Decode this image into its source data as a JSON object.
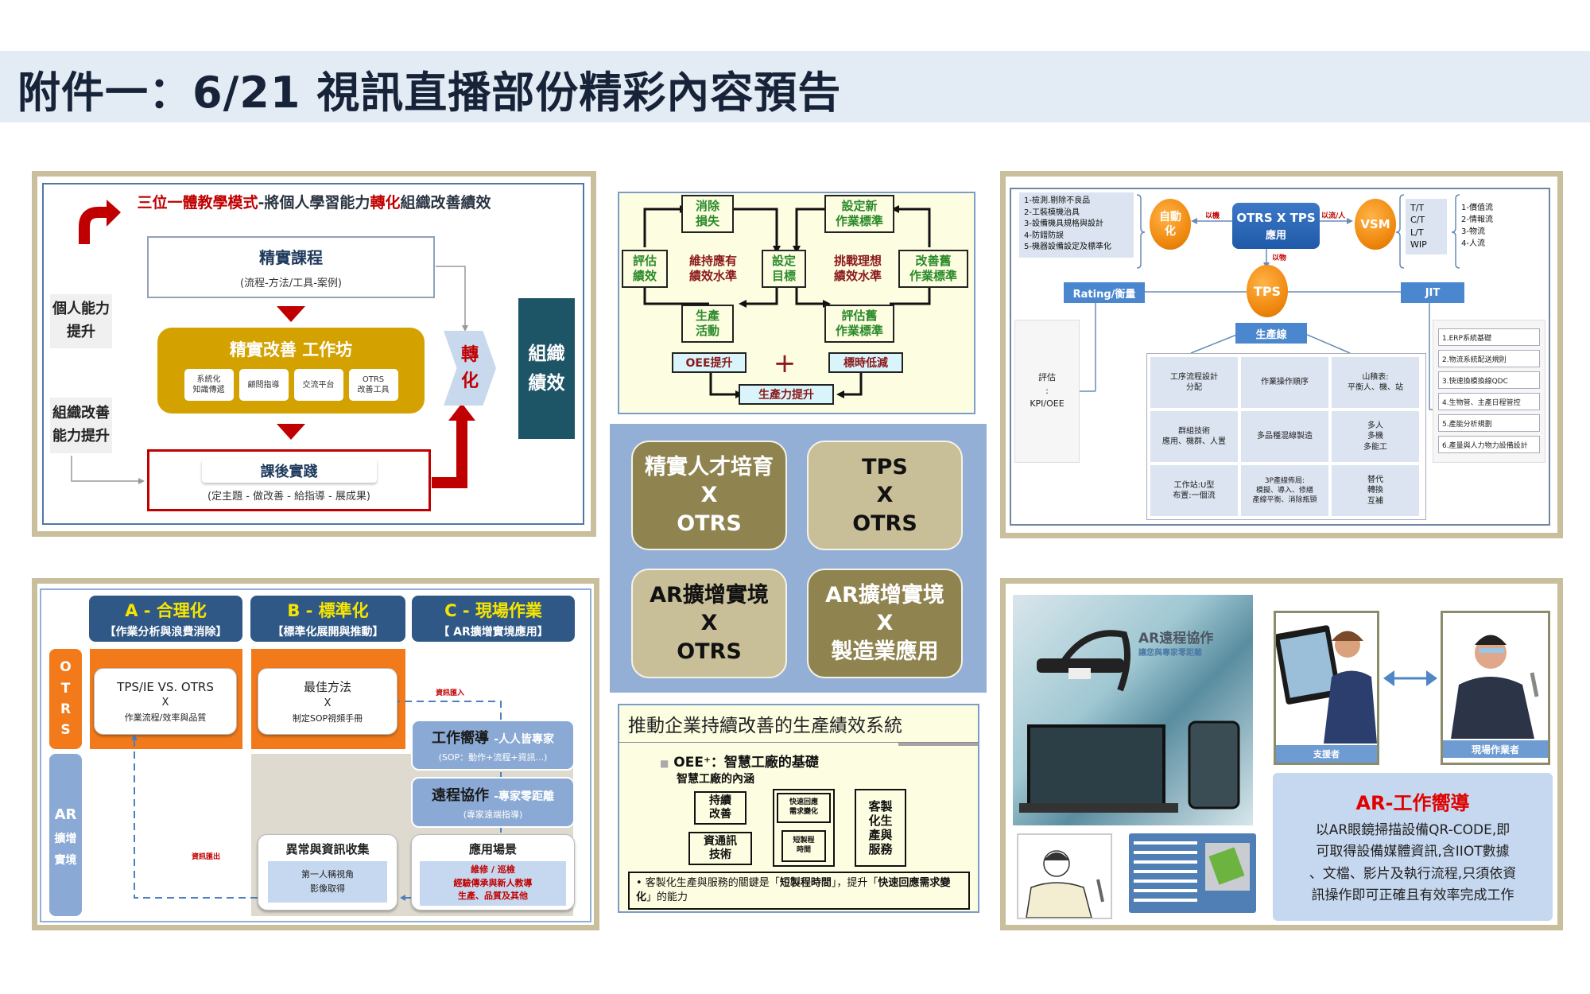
{
  "page": {
    "title": "附件一：6/21 視訊直播部份精彩內容預告"
  },
  "panel_trinity": {
    "heading_red_1": "三位一體教學模式",
    "heading_dark_1": "-將個人學習能力",
    "heading_red_2": "轉化",
    "heading_dark_2": "組織改善績效",
    "course_title": "精實課程",
    "course_sub": "(流程-方法/工具-案例)",
    "side_individual": [
      "個人能力",
      "提升"
    ],
    "side_org": [
      "組織改善",
      "能力提升"
    ],
    "workshop_title": "精實改善 工作坊",
    "workshop_items": [
      [
        "系統化",
        "知識傳遞"
      ],
      [
        "顧問指導"
      ],
      [
        "交流平台"
      ],
      [
        "OTRS",
        "改善工具"
      ]
    ],
    "practice_title": "課後實踐",
    "practice_sub": "(定主題 - 做改善 - 給指導 - 展成果)",
    "convert": [
      "轉",
      "化"
    ],
    "org_perf": [
      "組織",
      "績效"
    ]
  },
  "panel_cycle": {
    "boxes": {
      "eliminate_loss": [
        "消除",
        "損失"
      ],
      "evaluate_perf": [
        "評估",
        "績效"
      ],
      "set_target": [
        "設定",
        "目標"
      ],
      "production": [
        "生產",
        "活動"
      ],
      "set_new_std": [
        "設定新",
        "作業標準"
      ],
      "improve_old_std": [
        "改善舊",
        "作業標準"
      ],
      "eval_old_std": [
        "評估舊",
        "作業標準"
      ]
    },
    "left_caption": [
      "維持應有",
      "績效水準"
    ],
    "right_caption": [
      "挑戰理想",
      "績效水準"
    ],
    "oee": "OEE提升",
    "plus": "+",
    "std_time": "標時低減",
    "productivity": "生產力提升"
  },
  "panel_tiles": {
    "tiles": [
      {
        "lines": [
          "精實人才培育",
          "X",
          "OTRS"
        ],
        "style": "dark"
      },
      {
        "lines": [
          "TPS",
          "X",
          "OTRS"
        ],
        "style": "light"
      },
      {
        "lines": [
          "AR擴增實境",
          "X",
          "OTRS"
        ],
        "style": "light"
      },
      {
        "lines": [
          "AR擴增實境",
          "X",
          "製造業應用"
        ],
        "style": "dark"
      }
    ]
  },
  "panel_tps": {
    "auto_list": [
      "1-檢測.剔除不良品",
      "2-工裝模機治具",
      "3-設備機具規格與設計",
      "4-防錯防誤",
      "5-機器設備設定及標準化"
    ],
    "auto_orb": [
      "自動",
      "化"
    ],
    "label_machine": "以機",
    "center": [
      "OTRS X TPS",
      "應用"
    ],
    "label_flow": "以流/人",
    "vsm": "VSM",
    "vsm_metrics": [
      "T/T",
      "C/T",
      "L/T",
      "WIP"
    ],
    "vsm_flows": [
      "1-價值流",
      "2-情報流",
      "3-物流",
      "4-人流"
    ],
    "label_material": "以物",
    "tps": "TPS",
    "rating": "Rating/衡量",
    "jit": "JIT",
    "line": "生產線",
    "eval_text": [
      "評估",
      ":",
      "KPI/OEE"
    ],
    "cells": [
      [
        "工序流程設計",
        "分配"
      ],
      [
        "作業操作順序"
      ],
      [
        "山積表:",
        "平衡人、機、站"
      ],
      [
        "群組技術",
        "應用、機群、人置"
      ],
      [
        "多品種混線製造"
      ],
      [
        "多人",
        "多機",
        "多能工"
      ],
      [
        "工作站:U型",
        "布置:一個流"
      ],
      [
        "3P產線佈局:",
        "模擬、導入、修繕",
        "產線平衡、消除瓶頸"
      ],
      [
        "替代",
        "轉換",
        "互補"
      ]
    ],
    "jit_items": [
      "1.ERP系統基礎",
      "2.物流系統配送規則",
      "3.快速換模換線QDC",
      "4.生物管、主產日程管控",
      "5.產能分析規劃",
      "6.產量與人力物力設備設計"
    ]
  },
  "panel_abc": {
    "headers": [
      {
        "title": "A - 合理化",
        "sub": "【作業分析與浪費消除】"
      },
      {
        "title": "B - 標準化",
        "sub": "【標準化展開與推動】"
      },
      {
        "title": "C - 現場作業",
        "sub": "【 AR擴增實境應用】"
      }
    ],
    "otrs_letters": [
      "O",
      "T",
      "R",
      "S"
    ],
    "ar_side": [
      "AR",
      "擴增",
      "實境"
    ],
    "box_a": [
      "TPS/IE VS. OTRS",
      "X",
      "作業流程/效率與品質"
    ],
    "box_b": [
      "最佳方法",
      "X",
      "制定SOP視頻手冊"
    ],
    "info_in": "資訊匯入",
    "info_out": "資訊匯出",
    "guide_title": "工作嚮導",
    "guide_tag": "-人人皆專家",
    "guide_sub": "(SOP：動作+流程+資訊...)",
    "remote_title": "遠程協作",
    "remote_tag": "-專家零距離",
    "remote_sub": "(專家遠端指導)",
    "collect_title": "異常與資訊收集",
    "collect_lines": [
      "第一人稱視角",
      "影像取得"
    ],
    "scene_title": "應用場景",
    "scene_lines": [
      "維修 / 巡檢",
      "經驗傳承與新人教導",
      "生產、品質及其他"
    ]
  },
  "panel_oee": {
    "title": "推動企業持續改善的生產績效系統",
    "bullet": "OEE⁺：智慧工廠的基礎",
    "subtitle": "智慧工廠的內涵",
    "continuous": [
      "持續",
      "改善"
    ],
    "ict": [
      "資通訊",
      "技術"
    ],
    "fast": [
      "快速回應",
      "需求變化"
    ],
    "short": [
      "短製程",
      "時間"
    ],
    "custom": [
      "客製",
      "化生",
      "產與",
      "服務"
    ],
    "note_1": "• 客製化生產與服務的關鍵是「",
    "note_bold_1": "短製程時間",
    "note_2": "」，提升「",
    "note_bold_2": "快速回應需求變化",
    "note_3": "」的能力"
  },
  "panel_ar": {
    "photo_title": "AR遠程協作",
    "photo_sub": "讓您與專家零距離",
    "supporter_label": "支援者",
    "worker_label": "現場作業者",
    "info_title": "AR-工作嚮導",
    "info_lines": [
      "以AR眼鏡掃描設備QR-CODE,即",
      "可取得設備媒體資訊,含IIOT數據",
      "、文檔、影片及執行流程,只須依資",
      "訊操作即可正確且有效率完成工作"
    ],
    "accent_red": "#e00000"
  }
}
